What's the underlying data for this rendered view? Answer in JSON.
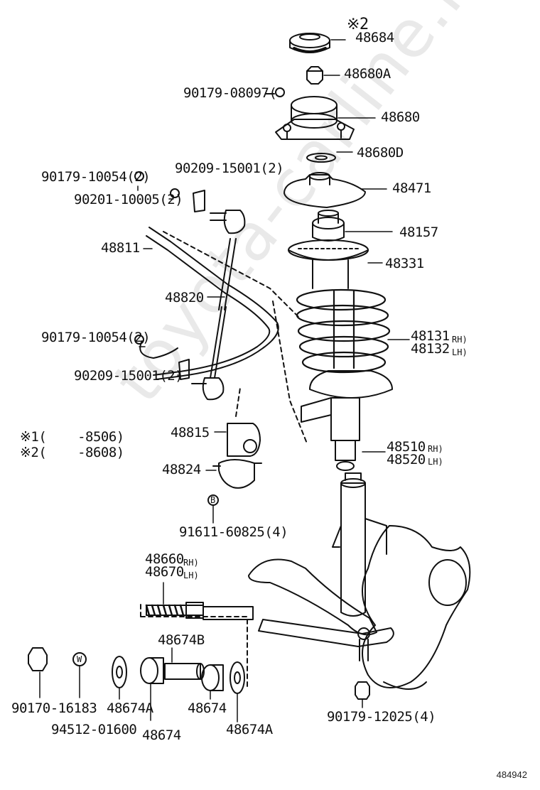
{
  "watermark": "toyota-carline.ru",
  "diagram_id": "484942",
  "notes": {
    "mark": "※",
    "n1": "1(",
    "n1_range": "-8506)",
    "n2": "2(",
    "n2_range": "-8608)",
    "top_mark": "※2"
  },
  "parts": {
    "p48684": "48684",
    "p48680A": "48680A",
    "p90179_08097": "90179-08097(",
    "p48680": "48680",
    "p48680D": "48680D",
    "p90209_15001_top": "90209-15001(2)",
    "p90179_10054_top": "90179-10054(2)",
    "p48471": "48471",
    "p90201_10005": "90201-10005(2)",
    "p48157": "48157",
    "p48811": "48811",
    "p48331": "48331",
    "p48820": "48820",
    "p48131": "48131",
    "p48131_side": "RH)",
    "p48132": "48132",
    "p48132_side": "LH)",
    "p90179_10054_bot": "90179-10054(2)",
    "p90209_15001_bot": "90209-15001(2)",
    "p48815": "48815",
    "p48510": "48510",
    "p48510_side": "RH)",
    "p48520": "48520",
    "p48520_side": "LH)",
    "p48824": "48824",
    "p91611_60825": "91611-60825(4)",
    "p48660": "48660",
    "p48660_side": "RH)",
    "p48670": "48670",
    "p48670_side": "LH)",
    "p48674B": "48674B",
    "p90170_16183": "90170-16183",
    "p48674A_left": "48674A",
    "p48674_mid": "48674",
    "p48674A_right": "48674A",
    "p94512_01600": "94512-01600",
    "p48674_bot": "48674",
    "p90179_12025": "90179-12025(4)",
    "w_mark": "W",
    "b_mark": "B"
  }
}
